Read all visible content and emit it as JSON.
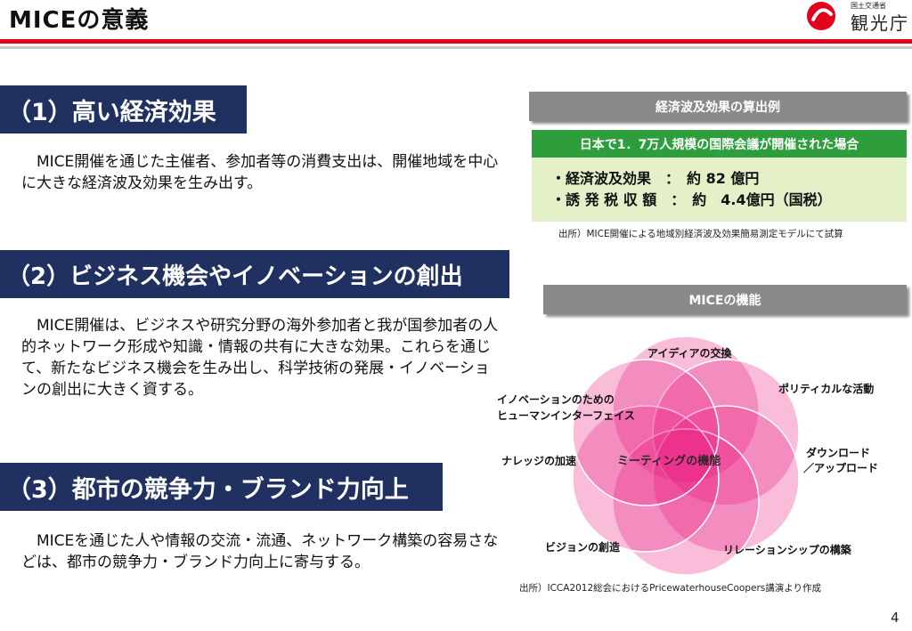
{
  "header": {
    "title": "MICEの意義",
    "logo_ministry": "国土交通省",
    "logo_name": "観光庁"
  },
  "sections": [
    {
      "heading": "（1）高い経済効果",
      "body": "　MICE開催を通じた主催者、参加者等の消費支出は、開催地域を中心に大きな経済波及効果を生み出す。"
    },
    {
      "heading": "（2）ビジネス機会やイノベーションの創出",
      "body": "　MICE開催は、ビジネスや研究分野の海外参加者と我が国参加者の人的ネットワーク形成や知識・情報の共有に大きな効果。これらを通じて、新たなビジネス機会を生み出し、科学技術の発展・イノベーションの創出に大きく資する。"
    },
    {
      "heading": "（3）都市の競争力・ブランド力向上",
      "body": "　MICEを通じた人や情報の交流・流通、ネットワーク構築の容易さなどは、都市の競争力・ブランド力向上に寄与する。"
    }
  ],
  "economic_example": {
    "banner": "経済波及効果の算出例",
    "case": "日本で1．7万人規模の国際会議が開催された場合",
    "line1": "・経済波及効果　：　約 82 億円",
    "line2": "・誘 発 税 収 額　：　約　4.4億円（国税）",
    "source": "出所）MICE開催による地域別経済波及効果簡易測定モデルにて試算"
  },
  "functions": {
    "banner": "MICEの機能",
    "center": "ミーティングの機能",
    "labels": {
      "top": "アイディアの交換",
      "political": "ポリティカルな活動",
      "innovation_line1": "イノベーションのための",
      "innovation_line2": "ヒューマンインターフェイス",
      "download_line1": "ダウンロード",
      "download_line2": "／アップロード",
      "knowledge": "ナレッジの加速",
      "vision": "ビジョンの創造",
      "relationship": "リレーションシップの構築"
    },
    "source": "出所）ICCA2012総会におけるPricewaterhouseCoopers講演より作成"
  },
  "page_number": "4",
  "colors": {
    "accent_red": "#e2001a",
    "navy": "#1f3061",
    "green": "#2e9e3c",
    "light_green": "#e3f0c8",
    "petal_pink": "#e8137a"
  }
}
